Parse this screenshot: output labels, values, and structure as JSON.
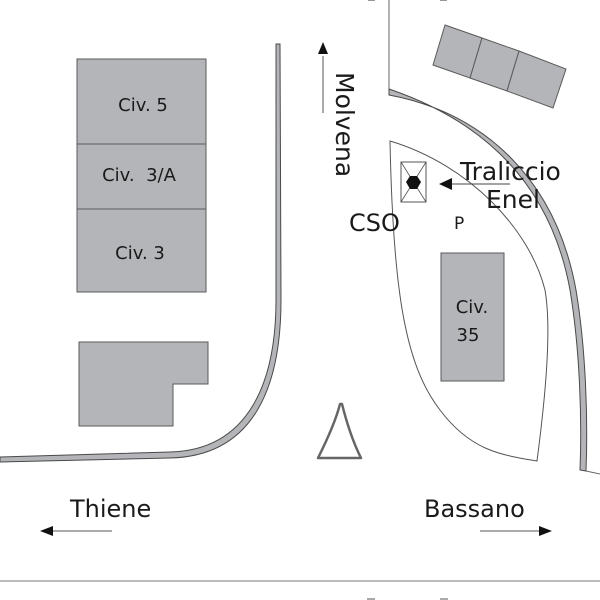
{
  "map": {
    "buildings": {
      "civ5": "Civ. 5",
      "civ3a": "Civ.  3/A",
      "civ3": "Civ. 3",
      "civ35_line1": "Civ.",
      "civ35_line2": "35"
    },
    "labels": {
      "cso": "CSO",
      "parking": "P",
      "traliccio_line1": "Traliccio",
      "traliccio_line2": "Enel"
    },
    "directions": {
      "north": "Molvena",
      "west": "Thiene",
      "east": "Bassano"
    },
    "colors": {
      "building_fill": "#b4b5b8",
      "building_stroke": "#5a5a5a",
      "road_fill": "#b4b5b8",
      "road_stroke": "#4a4a4a",
      "thin_line": "#666666",
      "text": "#1a1a1a"
    }
  }
}
